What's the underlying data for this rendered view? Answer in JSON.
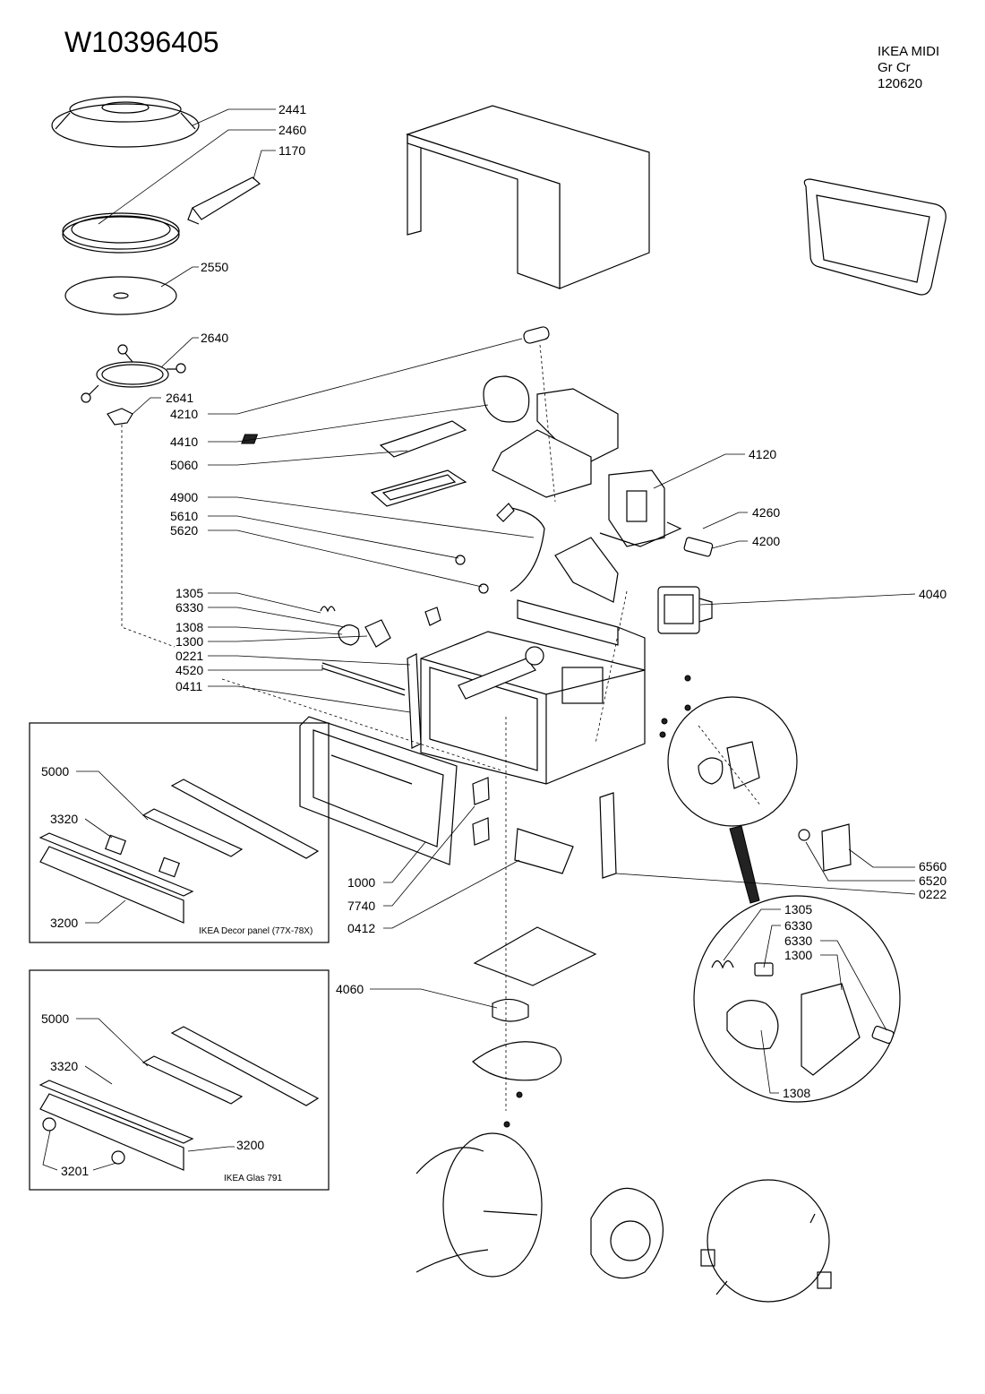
{
  "title": "W10396405",
  "header": [
    "IKEA MIDI",
    "Gr Cr",
    "120620"
  ],
  "insets": [
    {
      "caption": "IKEA Decor panel (77X-78X)"
    },
    {
      "caption": "IKEA Glas 791"
    }
  ],
  "labels": [
    "2441",
    "2460",
    "1170",
    "2550",
    "2640",
    "2641",
    "4210",
    "4410",
    "5060",
    "4900",
    "5610",
    "5620",
    "1305",
    "6330",
    "1308",
    "1300",
    "0221",
    "4520",
    "0411",
    "5000",
    "3320",
    "3200",
    "1000",
    "7740",
    "0412",
    "4120",
    "4260",
    "4200",
    "4040",
    "6560",
    "6520",
    "0222",
    "1305",
    "6330",
    "6330",
    "1300",
    "1308",
    "4060",
    "5000",
    "3320",
    "3200",
    "3201"
  ]
}
